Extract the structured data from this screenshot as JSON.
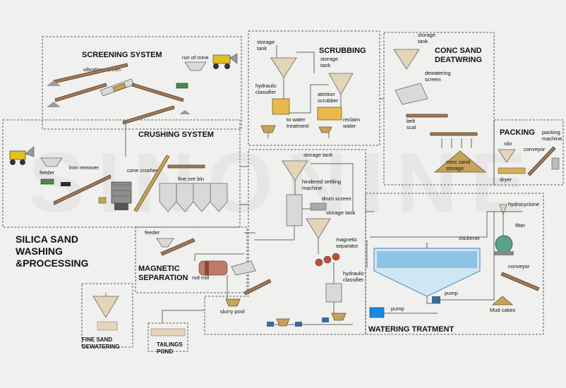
{
  "watermark": "SINONINE",
  "main_title": [
    "SILICA SAND",
    "WASHING",
    "&PROCESSING"
  ],
  "sections": {
    "screening": "SCREENING  SYSTEM",
    "crushing": "CRUSHING SYSTEM",
    "scrubbing": "SCRUBBING",
    "conc_dewatering": [
      "CONC  SAND",
      "DEATWRING"
    ],
    "packing": "PACKING",
    "magnetic": [
      "MAGNETIC",
      "SEPARATION"
    ],
    "watering": "WATERING TRATMENT",
    "fine_sand": [
      "FINE SAND",
      "DEWATERING"
    ],
    "tailings": [
      "TAILINGS",
      "POND"
    ]
  },
  "labels": {
    "run_of_mine": "run of mine",
    "vibrating_screen": "vibrating screen",
    "feeder_crush": "feeder",
    "iron_remover": "iron remover",
    "cone_crusher": "cone crusher",
    "fine_ore_bin": "fine ore bin",
    "storage_tank_scrub": [
      "storage",
      "tank"
    ],
    "hydraulic_classifier_scrub": [
      "hydraulic",
      "classifier"
    ],
    "to_water_treatment": [
      "to water",
      "treatment"
    ],
    "storage_tank_scrub2": [
      "storage",
      "tank"
    ],
    "attrition_scrubber": [
      "attrition",
      "scrubber"
    ],
    "reclaim_water": [
      "reclaim",
      "water"
    ],
    "storage_tank_conc": [
      "storage",
      "tank"
    ],
    "dewatering_screen": [
      "dewatering",
      "screen"
    ],
    "belt_scal": [
      "belt",
      "scal"
    ],
    "conc_sand_storage": [
      "conc sand",
      "storage"
    ],
    "silo": "silo",
    "conveyor_pack": "conveyor",
    "packing_machine": [
      "packing",
      "machine"
    ],
    "dryer": "dryer",
    "storage_tank_mid": "storage tank",
    "hindered_settling": [
      "hindered settling",
      "machine"
    ],
    "drum_screen": "drum screen",
    "storage_tank_mid2": "storage tank",
    "magnetic_separator": [
      "magnetic",
      "separator"
    ],
    "hydraulic_classifier_mid": [
      "hydraulic",
      "classifier"
    ],
    "feeder_mag": "feeder",
    "rod_mill": "rod mill",
    "slurry_pool": "slurry pool",
    "hydrocyclone": "hydrocyclone",
    "filter": "filter",
    "thickener": "thickener",
    "conveyor_water": "conveyor",
    "pump": "pump",
    "pump2": "pump",
    "mud_cakes": "Mud cakes"
  }
}
